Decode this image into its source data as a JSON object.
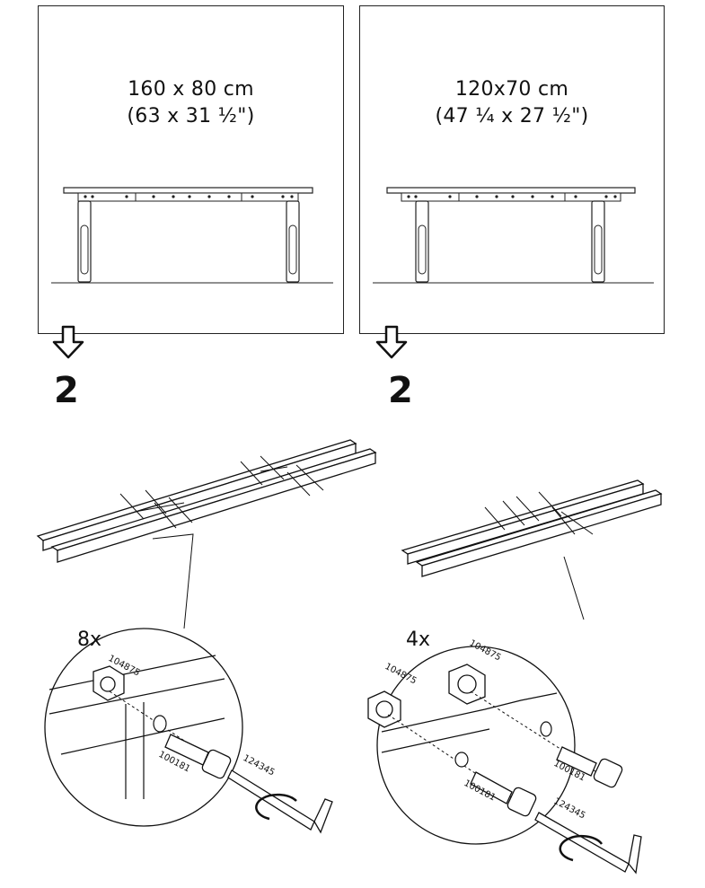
{
  "panels": [
    {
      "line1": "160 x 80 cm",
      "line2": "(63 x 31 ½\")",
      "next_step": "2"
    },
    {
      "line1": "120x70 cm",
      "line2": "(47 ¼ x 27 ½\")",
      "next_step": "2"
    }
  ],
  "details": [
    {
      "quantity": "8x",
      "nut_part": "104875",
      "bolt_part": "100181",
      "key_part": "124345"
    },
    {
      "quantity": "4x",
      "nut_part_a": "104875",
      "nut_part_b": "104875",
      "bolt_part_a": "100181",
      "bolt_part_b": "100181",
      "key_part": "124345"
    }
  ]
}
